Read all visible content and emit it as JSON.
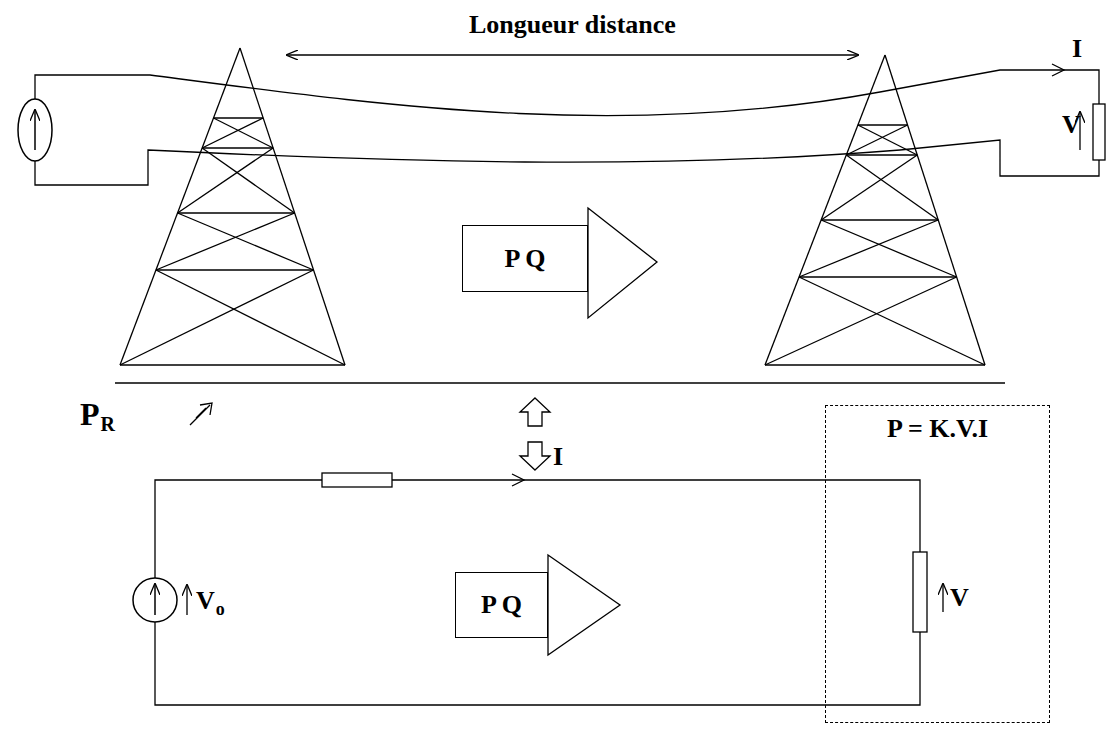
{
  "diagram": {
    "nodes": [
      {
        "text": [
          "P Q"
        ]
      },
      {
        "text": [
          "P Q"
        ]
      },
      {
        "text": [
          "P = K.V.I"
        ]
      }
    ],
    "labels": [
      "Longueur distance",
      "I",
      "V",
      "P",
      "R",
      "I",
      "V",
      "V",
      "o"
    ]
  }
}
